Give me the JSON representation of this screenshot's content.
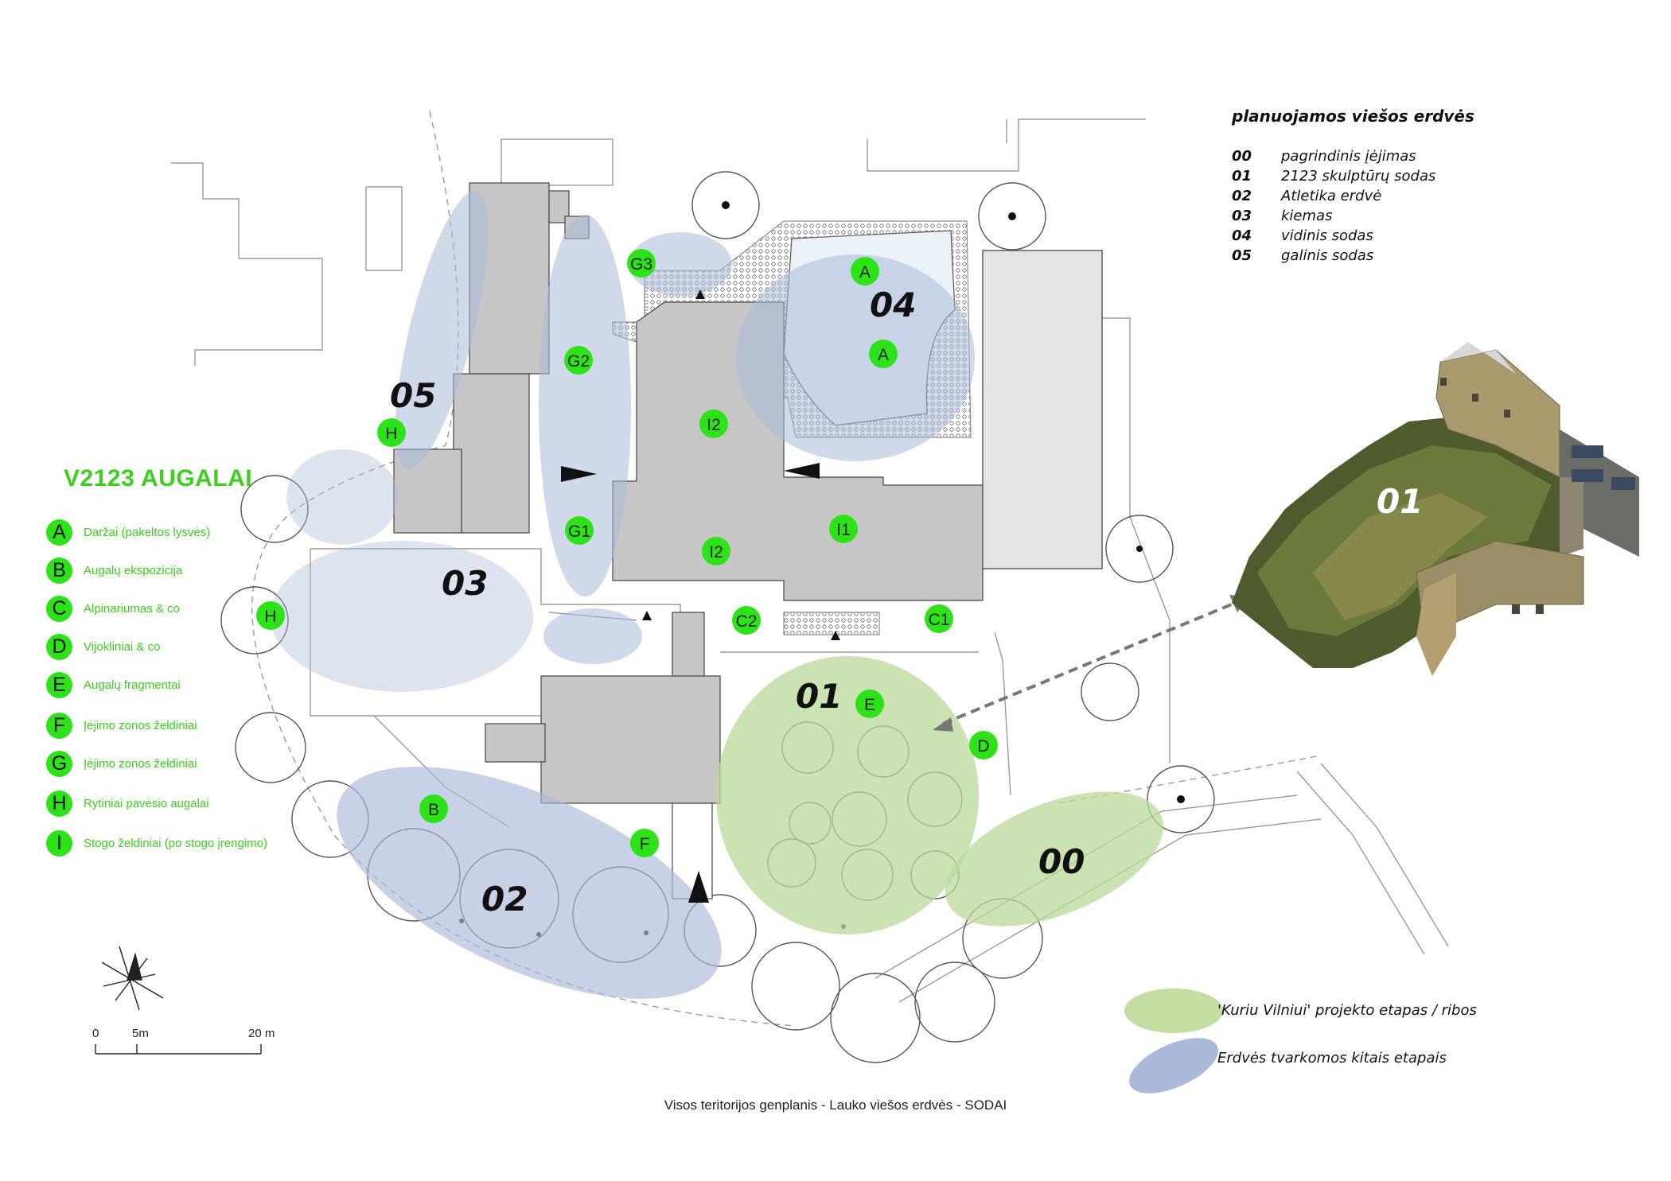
{
  "legend": {
    "title": "V2123 AUGALAI",
    "items": [
      {
        "letter": "A",
        "label": "Daržai (pakeltos lysvės)"
      },
      {
        "letter": "B",
        "label": "Augalų ekspozicija"
      },
      {
        "letter": "C",
        "label": "Alpinariumas & co"
      },
      {
        "letter": "D",
        "label": "Vijokliniai & co"
      },
      {
        "letter": "E",
        "label": "Augalų fragmentai"
      },
      {
        "letter": "F",
        "label": "Įėjimo zonos želdiniai"
      },
      {
        "letter": "G",
        "label": "Įėjimo zonos želdiniai"
      },
      {
        "letter": "H",
        "label": "Rytiniai pavėsio augalai"
      },
      {
        "letter": "I",
        "label": "Stogo želdiniai (po stogo įrengimo)"
      }
    ]
  },
  "spaces": {
    "title": "planuojamos viešos erdvės",
    "items": [
      {
        "code": "00",
        "label": "pagrindinis įėjimas"
      },
      {
        "code": "01",
        "label": "2123 skulptūrų sodas"
      },
      {
        "code": "02",
        "label": "Atletika erdvė"
      },
      {
        "code": "03",
        "label": "kiemas"
      },
      {
        "code": "04",
        "label": "vidinis sodas"
      },
      {
        "code": "05",
        "label": "galinis sodas"
      }
    ]
  },
  "zones": [
    "00",
    "01",
    "02",
    "03",
    "04",
    "05"
  ],
  "markers": [
    "A",
    "A",
    "B",
    "C1",
    "C2",
    "D",
    "E",
    "F",
    "G1",
    "G2",
    "G3",
    "H",
    "H",
    "I1",
    "I2",
    "I2"
  ],
  "key": {
    "current": "'Kuriu Vilniui' projekto etapas / ribos",
    "future": "Erdvės tvarkomos kitais etapais"
  },
  "scale": {
    "zero": "0",
    "five": "5m",
    "twenty": "20 m"
  },
  "photo_label": "01",
  "caption": "Visos teritorijos genplanis - Lauko viešos erdvės - SODAI",
  "colors": {
    "legend_green": "#3ccf1d",
    "marker_green": "#2ee21a",
    "phase_green": "#c3dea0",
    "other_blue": "#aab9d8",
    "building_gray": "#c6c6c6"
  }
}
